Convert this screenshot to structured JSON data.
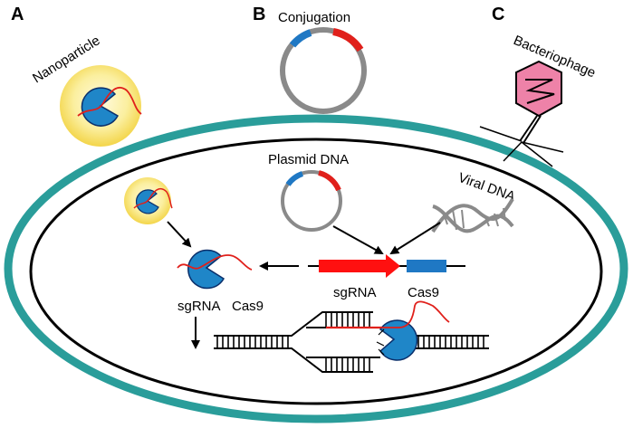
{
  "panels": {
    "a": "A",
    "b": "B",
    "c": "C"
  },
  "labels": {
    "nanoparticle": "Nanoparticle",
    "conjugation": "Conjugation",
    "bacteriophage": "Bacteriophage",
    "plasmid_dna": "Plasmid DNA",
    "viral_dna": "Viral DNA",
    "sgrna_complex": "sgRNA",
    "cas9_complex": "Cas9",
    "sgrna_gene": "sgRNA",
    "cas9_gene": "Cas9"
  },
  "colors": {
    "cell_wall": "#2a9d9a",
    "nanoparticle_fill": "#f7e98a",
    "cas9_blue": "#1f86c8",
    "sgrna_red": "#e0201b",
    "plasmid_gray": "#8a8a8a",
    "phage_pink": "#ee82a8",
    "gene_red": "#ff1010",
    "gene_blue": "#1f78c4"
  }
}
